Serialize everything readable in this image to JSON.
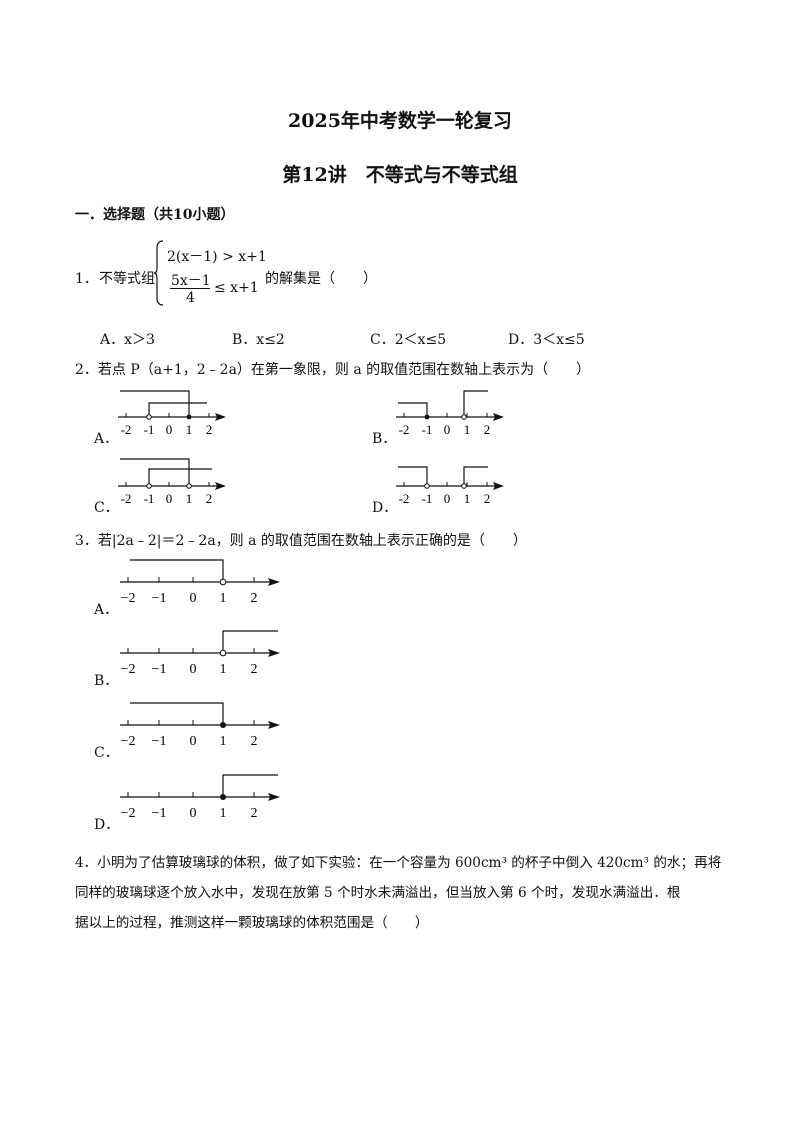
{
  "header": {
    "title": "2025年中考数学一轮复习",
    "subtitle": "第12讲　不等式与不等式组"
  },
  "section": {
    "title": "一．选择题（共10小题）"
  },
  "q1": {
    "number": "1．",
    "prefix": "不等式组",
    "line1": "2(x－1) > x+1",
    "frac_num": "5x－1",
    "frac_den": "4",
    "frac_rest": "≤ x+1",
    "suffix": "的解集是（　　）",
    "options": [
      {
        "label": "A．",
        "text": "x＞3"
      },
      {
        "label": "B．",
        "text": "x≤2"
      },
      {
        "label": "C．",
        "text": "2＜x≤5"
      },
      {
        "label": "D．",
        "text": "3＜x≤5"
      }
    ]
  },
  "q2": {
    "text": "2．若点 P（a+1，2﹣2a）在第一象限，则 a 的取值范围在数轴上表示为（　　）",
    "option_labels": [
      "A．",
      "B．",
      "C．",
      "D．"
    ],
    "ticks": [
      "-2",
      "-1",
      "0",
      "1",
      "2"
    ]
  },
  "q3": {
    "text": "3．若|2a﹣2|＝2﹣2a，则 a 的取值范围在数轴上表示正确的是（　　）",
    "option_labels": [
      "A．",
      "B．",
      "C．",
      "D．"
    ],
    "ticks": [
      "−2",
      "−1",
      "0",
      "1",
      "2"
    ]
  },
  "q4": {
    "line1": "4．小明为了估算玻璃球的体积，做了如下实验：在一个容量为 600cm³ 的杯子中倒入 420cm³ 的水；再将",
    "line2": "同样的玻璃球逐个放入水中，发现在放第 5 个时水未满溢出，但当放入第 6 个时，发现水满溢出．根",
    "line3": "据以上的过程，推测这样一颗玻璃球的体积范围是（　　）"
  }
}
